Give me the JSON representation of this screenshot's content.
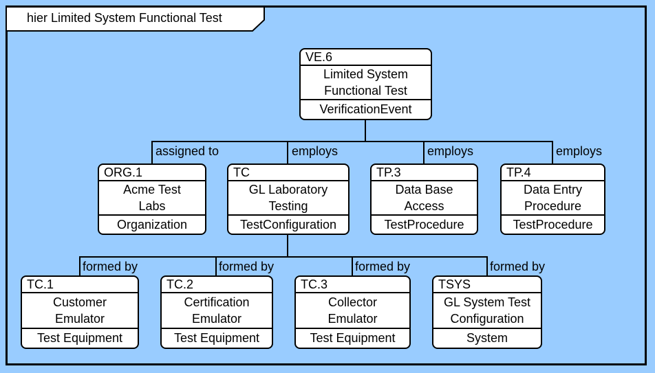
{
  "diagram": {
    "title": "hier Limited System Functional Test",
    "background_color": "#99ccff",
    "node_fill_color": "#ffffff",
    "line_color": "#000000"
  },
  "nodes": [
    {
      "number": "VE.6",
      "name_line1": "Limited System",
      "name_line2": "Functional Test",
      "type": "VerificationEvent"
    },
    {
      "number": "ORG.1",
      "name_line1": "Acme Test",
      "name_line2": "Labs",
      "type": "Organization"
    },
    {
      "number": "TC",
      "name_line1": "GL Laboratory",
      "name_line2": "Testing",
      "type": "TestConfiguration"
    },
    {
      "number": "TP.3",
      "name_line1": "Data Base",
      "name_line2": "Access",
      "type": "TestProcedure"
    },
    {
      "number": "TP.4",
      "name_line1": "Data Entry",
      "name_line2": "Procedure",
      "type": "TestProcedure"
    },
    {
      "number": "TC.1",
      "name_line1": "Customer",
      "name_line2": "Emulator",
      "type": "Test Equipment"
    },
    {
      "number": "TC.2",
      "name_line1": "Certification",
      "name_line2": "Emulator",
      "type": "Test Equipment"
    },
    {
      "number": "TC.3",
      "name_line1": "Collector",
      "name_line2": "Emulator",
      "type": "Test Equipment"
    },
    {
      "number": "TSYS",
      "name_line1": "GL System Test",
      "name_line2": "Configuration",
      "type": "System"
    }
  ],
  "edge_labels": [
    {
      "text": "assigned to"
    },
    {
      "text": "employs"
    },
    {
      "text": "employs"
    },
    {
      "text": "employs"
    },
    {
      "text": "formed by"
    },
    {
      "text": "formed by"
    },
    {
      "text": "formed by"
    },
    {
      "text": "formed by"
    }
  ]
}
